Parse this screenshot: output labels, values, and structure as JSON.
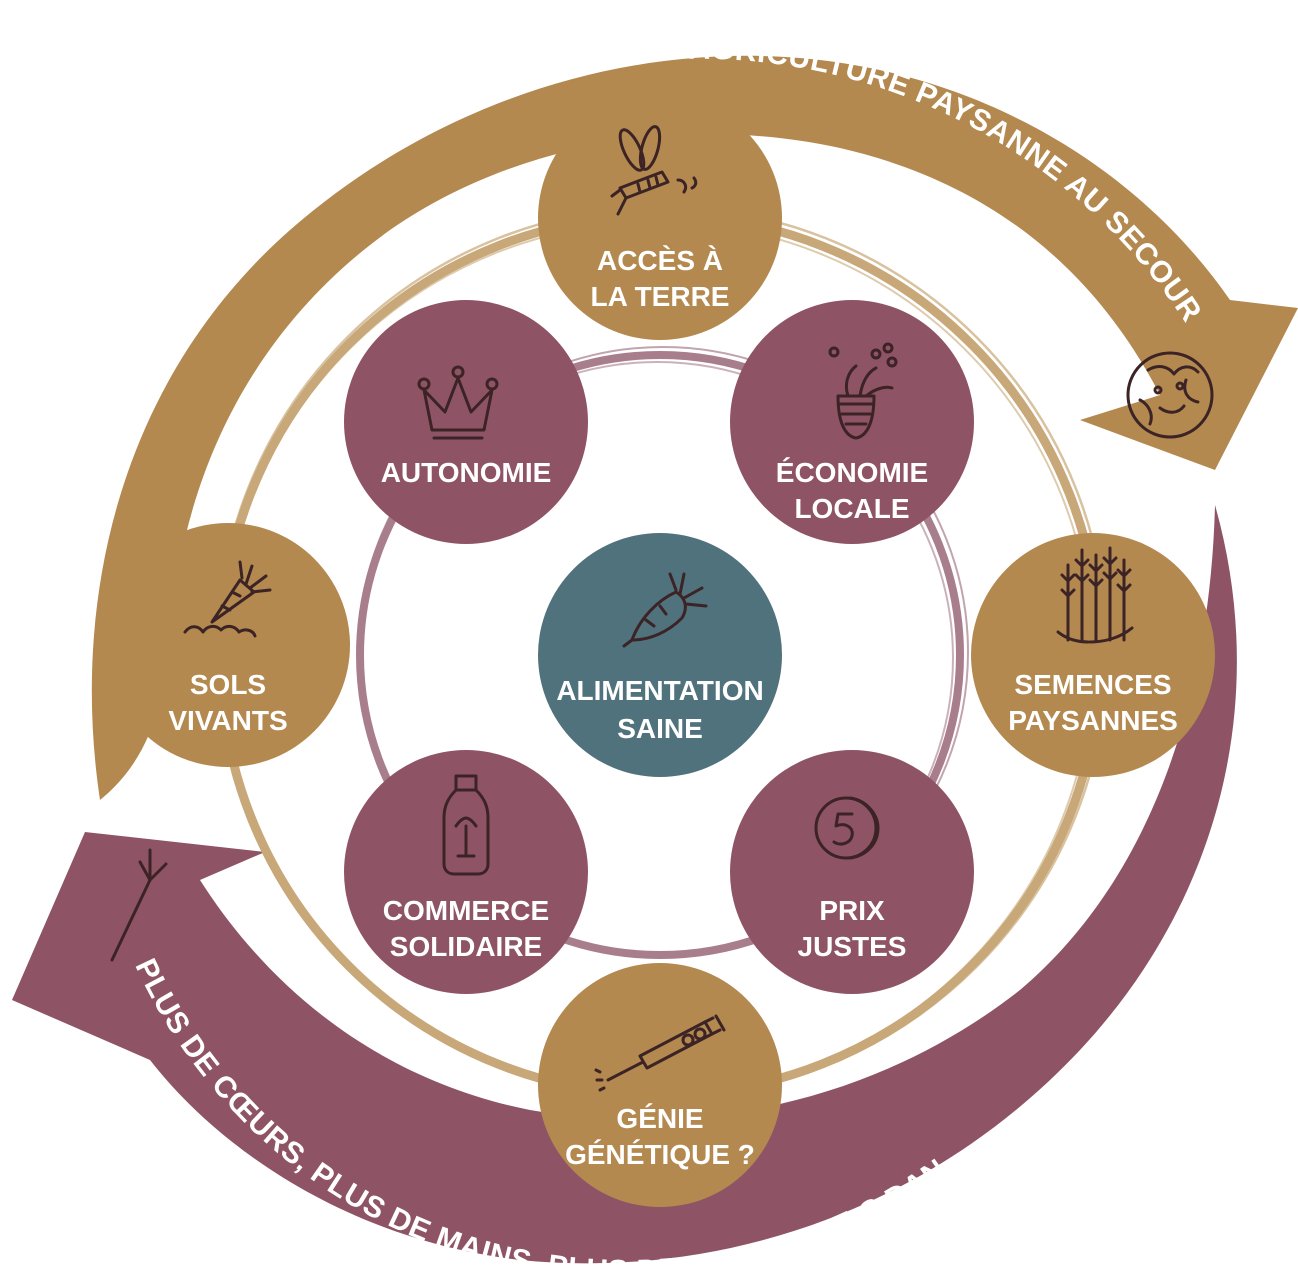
{
  "colors": {
    "gold": "#b3894f",
    "plum": "#8e5466",
    "teal": "#50727c",
    "icon": "#3b2326"
  },
  "outer_arcs": {
    "top": "L'AGRICULTURE PAYSANNE AU SECOURS DU CLIMAT",
    "bottom": "PLUS DE CŒURS, PLUS DE MAINS, PLUS DE PAYSAN·NE·S DANS LES CHAMPS"
  },
  "center": {
    "line1": "ALIMENTATION",
    "line2": "SAINE",
    "icon": "carrot-icon"
  },
  "inner_nodes": [
    {
      "id": "autonomie",
      "line1": "AUTONOMIE",
      "line2": "",
      "icon": "crown-icon"
    },
    {
      "id": "economie",
      "line1": "ÉCONOMIE",
      "line2": "LOCALE",
      "icon": "basket-icon"
    },
    {
      "id": "prix",
      "line1": "PRIX",
      "line2": "JUSTES",
      "icon": "coin-icon"
    },
    {
      "id": "commerce",
      "line1": "COMMERCE",
      "line2": "SOLIDAIRE",
      "icon": "bottle-icon"
    }
  ],
  "outer_nodes": [
    {
      "id": "terre",
      "line1": "ACCÈS À",
      "line2": "LA TERRE",
      "icon": "mosquito-icon"
    },
    {
      "id": "semences",
      "line1": "SEMENCES",
      "line2": "PAYSANNES",
      "icon": "wheat-icon"
    },
    {
      "id": "genie",
      "line1": "GÉNIE",
      "line2": "GÉNÉTIQUE ?",
      "icon": "syringe-icon"
    },
    {
      "id": "sols",
      "line1": "SOLS",
      "line2": "VIVANTS",
      "icon": "carrot-soil-icon"
    }
  ],
  "arrow_icons": {
    "top": "earth-face-icon",
    "bottom": "fork-icon"
  }
}
